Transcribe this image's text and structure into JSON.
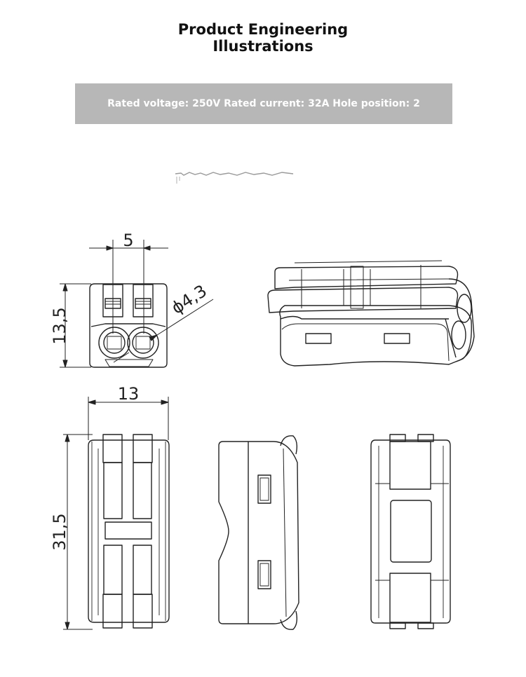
{
  "title": {
    "line1": "Product Engineering",
    "line2": "Illustrations"
  },
  "spec": {
    "text": "Rated voltage: 250V Rated current: 32A Hole position: 2"
  },
  "dimensions": {
    "hole_pitch": "5",
    "front_height": "13,5",
    "hole_diameter": "ϕ4,3",
    "width": "13",
    "length": "31,5"
  }
}
